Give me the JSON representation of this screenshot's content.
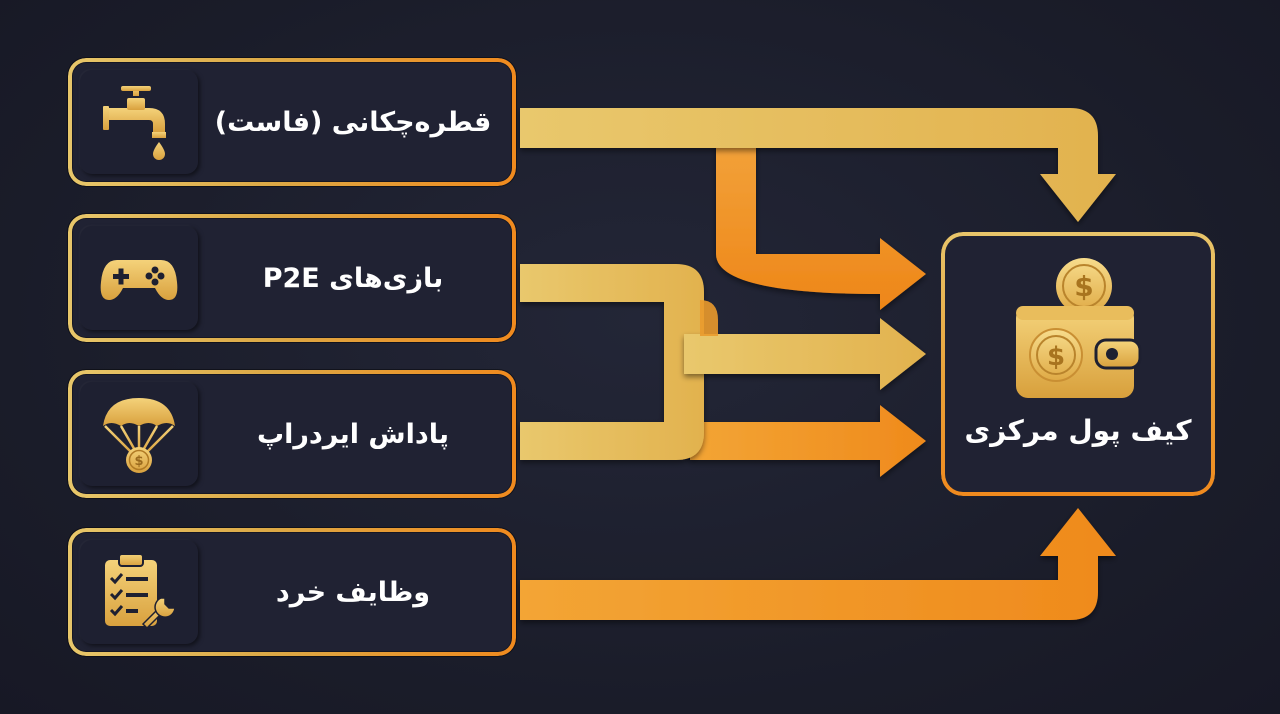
{
  "sources": [
    {
      "label": "قطره‌چکانی (فاست)",
      "icon": "faucet-icon"
    },
    {
      "label": "بازی‌های P2E",
      "icon": "gamepad-icon"
    },
    {
      "label": "پاداش ایردراپ",
      "icon": "airdrop-parachute-icon"
    },
    {
      "label": "وظایف خرد",
      "icon": "clipboard-tasks-icon"
    }
  ],
  "target": {
    "label": "کیف پول مرکزی",
    "icon": "wallet-coins-icon"
  },
  "colors": {
    "background": "#1b1d2b",
    "gold": "#e6c05f",
    "orange": "#f08a1e",
    "box_fill": "#202233"
  }
}
